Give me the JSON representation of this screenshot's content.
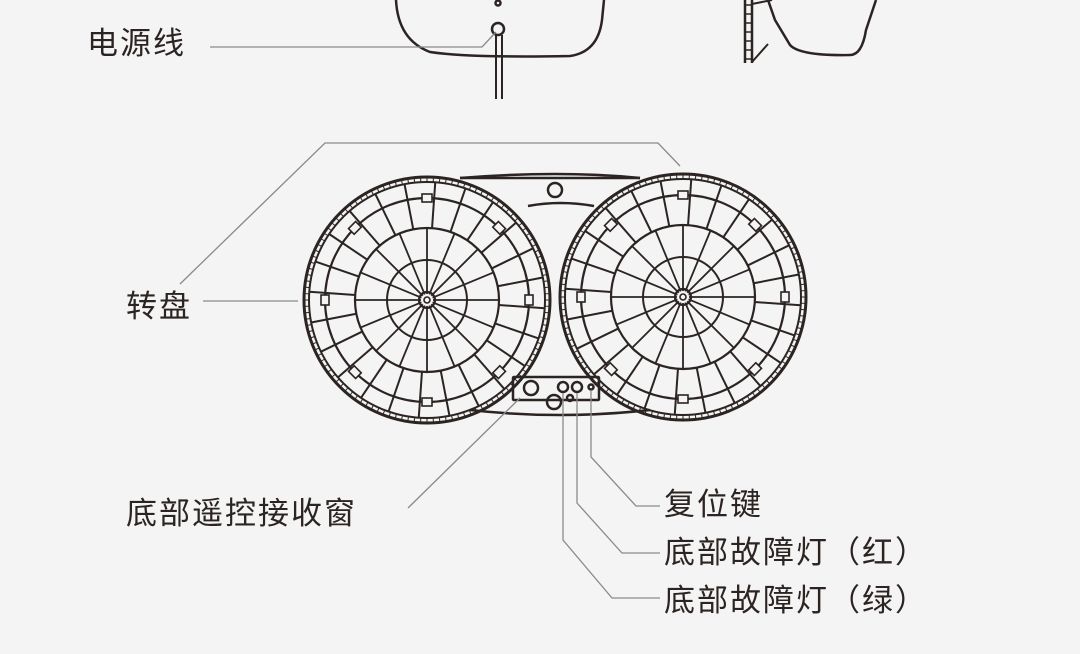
{
  "labels": {
    "power_cord": "电源线",
    "turntable": "转盘",
    "remote_receiver": "底部遥控接收窗",
    "reset_key": "复位键",
    "fault_light_red": "底部故障灯（红）",
    "fault_light_green": "底部故障灯（绿）"
  },
  "colors": {
    "background": "#f3f4f3",
    "outline": "#2b2422",
    "leader_line": "#8a8a8a",
    "text": "#2b2422"
  }
}
